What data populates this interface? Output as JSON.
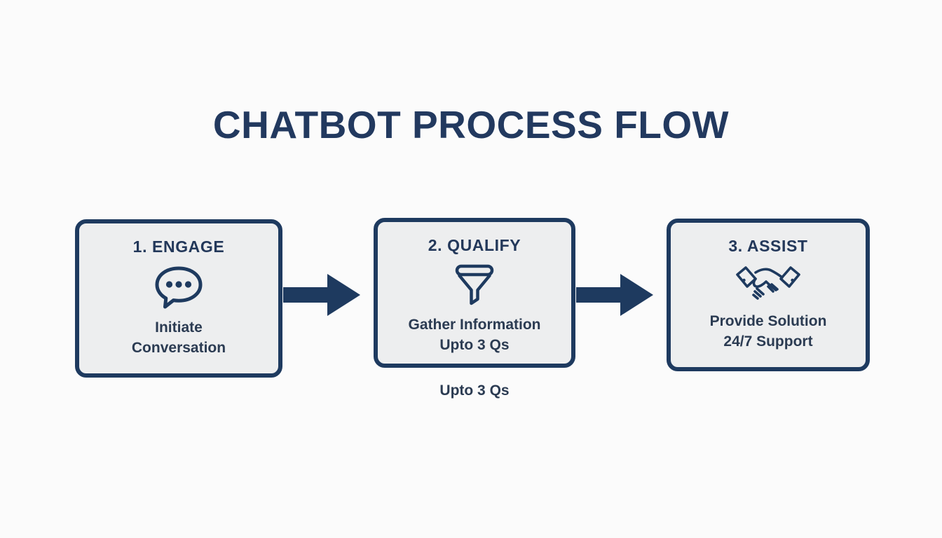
{
  "diagram": {
    "title": "CHATBOT PROCESS FLOW",
    "background_color": "#fbfbfb",
    "accent_color": "#1e3a5f",
    "box_fill_color": "#edeeef",
    "text_color": "#2b3b52",
    "steps": [
      {
        "header": "1. ENGAGE",
        "icon": "speech-bubble-dots-icon",
        "lines": [
          "Initiate",
          "Conversation"
        ]
      },
      {
        "header": "2. QUALIFY",
        "icon": "funnel-icon",
        "lines": [
          "Gather Information",
          "Upto 3 Qs"
        ]
      },
      {
        "header": "3. ASSIST",
        "icon": "handshake-icon",
        "lines": [
          "Provide Solution",
          "24/7 Support"
        ]
      }
    ],
    "connectors": [
      {
        "name": "arrow-step1-to-step2",
        "icon": "right-arrow-icon"
      },
      {
        "name": "arrow-step2-to-step3",
        "icon": "right-arrow-icon"
      }
    ],
    "caption": "Upto 3 Qs"
  }
}
